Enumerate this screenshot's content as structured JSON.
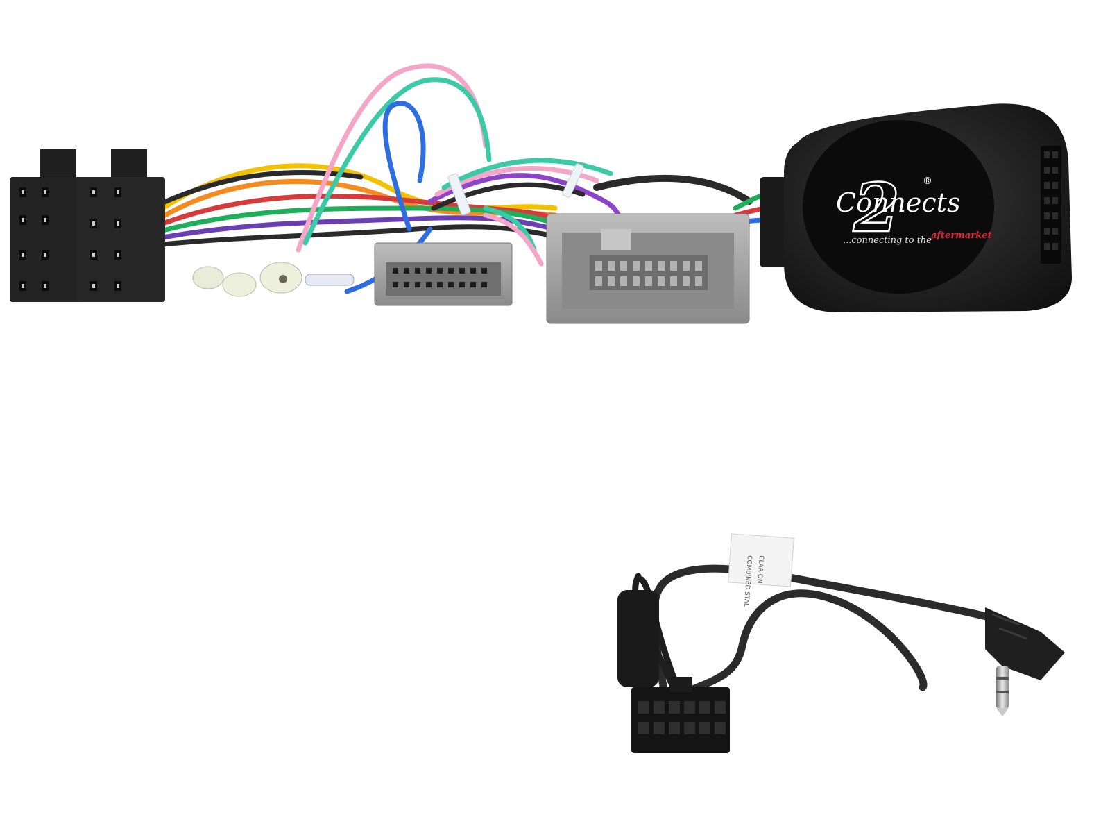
{
  "logo": {
    "brand_script": "Connects",
    "numeral": "2",
    "registered": "®",
    "tagline_prefix": "...connecting to the ",
    "tagline_emphasis": "aftermarket"
  },
  "cable_label": {
    "line1": "CLARION",
    "line2": "COMBINED STAL"
  },
  "colors": {
    "background": "#ffffff",
    "module_body": "#1b1b1b",
    "connector_grey": "#9c9c9c",
    "iso_black": "#222222",
    "accent_red": "#e0283c"
  }
}
